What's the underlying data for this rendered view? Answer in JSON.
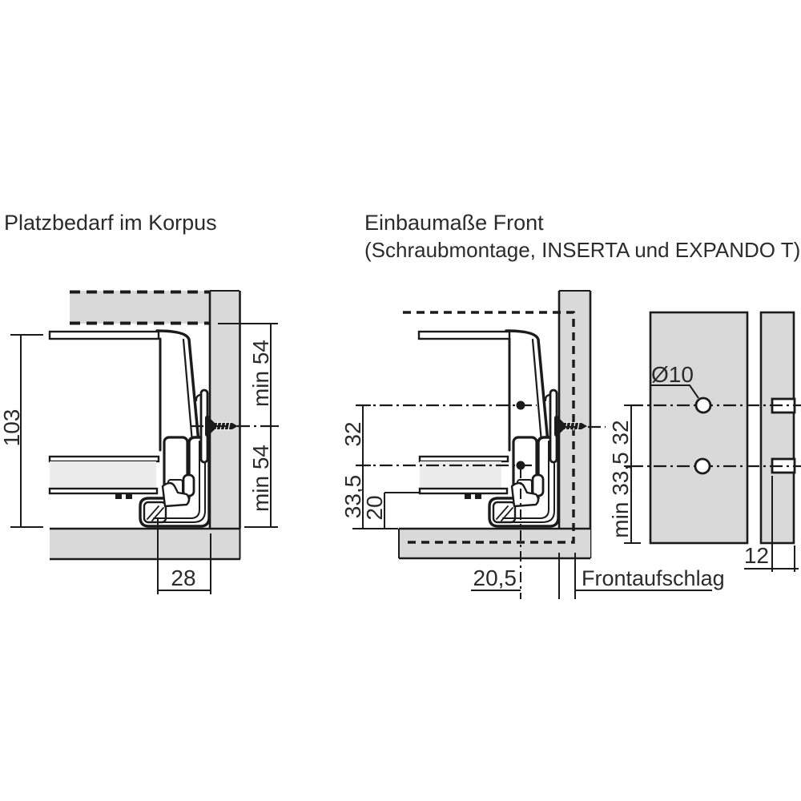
{
  "titles": {
    "left": "Platzbedarf im Korpus",
    "right": "Einbaumaße Front",
    "right_sub": "(Schraubmontage, INSERTA und EXPANDO T)"
  },
  "left_drawing": {
    "total_height": "103",
    "min_top": "min 54",
    "min_bottom": "min 54",
    "rear_depth": "28"
  },
  "middle_drawing": {
    "hole_spacing": "32",
    "axis_to_bottom": "33,5",
    "bottom_clearance": "20",
    "axis_to_front": "20,5",
    "overlay_label": "Frontaufschlag"
  },
  "right_drawing": {
    "hole_diameter": "Ø10",
    "hole_spacing": "32",
    "min_axis_to_edge": "min 33,5",
    "drill_depth": "12"
  },
  "colors": {
    "panel_gray": "#d9d9d9",
    "drawer_bottom_gray": "#ececec",
    "line": "#1b1b1b",
    "text": "#2b2b2b"
  }
}
